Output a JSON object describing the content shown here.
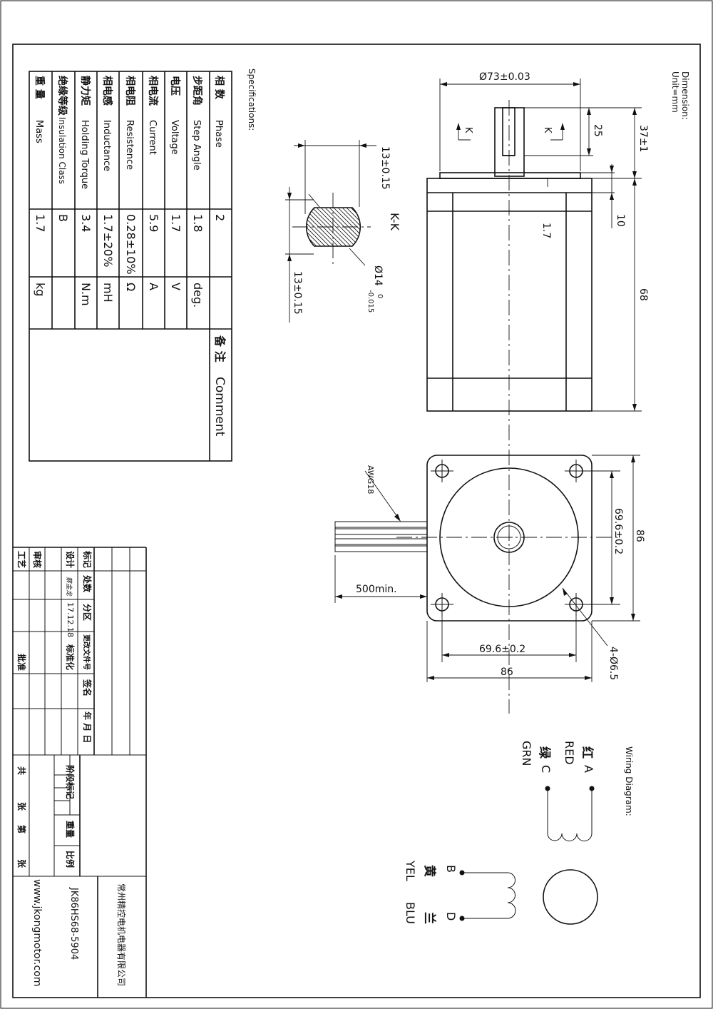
{
  "header": {
    "dimension": "Dimension:",
    "unit": "Unit=mm",
    "specifications": "Specifications:",
    "wiring_diagram": "Wiring Diagram:"
  },
  "section": {
    "label": "K-K",
    "marker": "K"
  },
  "dimensions": {
    "body_dia": "Ø73±0.03",
    "shaft_len": "37±1",
    "key_len": "25",
    "flange": "10",
    "boss": "1.7",
    "body_len": "68",
    "kk_top": "13±0.15",
    "kk_bottom": "13±0.15",
    "kk_dia_main": "Ø14",
    "kk_dia_upper": "0",
    "kk_dia_lower": "-0.015",
    "lead_wire": "500min.",
    "awg": "AWG18",
    "hole_pitch_v": "69.6±0.2",
    "size_v": "86",
    "hole_pitch_h": "69.6±0.2",
    "size_h": "86",
    "holes": "4-Ø6.5"
  },
  "spec_table": {
    "rows": [
      {
        "cn": "相 数",
        "en": "Phase",
        "value": "2",
        "unit": ""
      },
      {
        "cn": "步距角",
        "en": "Step Angle",
        "value": "1.8",
        "unit": "deg."
      },
      {
        "cn": "电压",
        "en": "Voltage",
        "value": "1.7",
        "unit": "V"
      },
      {
        "cn": "相电流",
        "en": "Current",
        "value": "5.9",
        "unit": "A"
      },
      {
        "cn": "相电阻",
        "en": "Resistence",
        "value": "0.28±10%",
        "unit": "Ω"
      },
      {
        "cn": "相电感",
        "en": "Inductance",
        "value": "1.7±20%",
        "unit": "mH"
      },
      {
        "cn": "静力矩",
        "en": "Holding Torque",
        "value": "3.4",
        "unit": "N.m"
      },
      {
        "cn": "绝缘等级",
        "en": "Insulation Class",
        "value": "B",
        "unit": ""
      },
      {
        "cn": "重 量",
        "en": "Mass",
        "value": "1.7",
        "unit": "kg"
      }
    ],
    "comment_cn": "备 注",
    "comment_en": "Comment"
  },
  "wiring": {
    "red_cn": "红",
    "red_phase": "A",
    "red_en": "RED",
    "grn_cn": "绿",
    "grn_phase": "C",
    "grn_en": "GRN",
    "yel_cn": "黄",
    "yel_phase": "B",
    "yel_en": "YEL",
    "blu_cn": "兰",
    "blu_phase": "D",
    "blu_en": "BLU"
  },
  "title_block": {
    "mark": "标记",
    "count": "处数",
    "zone": "分区",
    "change_doc": "更改文件号",
    "sign": "签名",
    "date_ymd": "年 月 日",
    "design": "设计",
    "designer": "蔡金龙",
    "design_date": "17.12.18",
    "standardize": "标准化",
    "review": "审核",
    "process": "工艺",
    "approve": "批准",
    "stage_mark": "阶段标记",
    "weight": "重量",
    "ratio": "比例",
    "total": "共",
    "sheets": "张",
    "sheet_no": "第",
    "sheet_end": "张",
    "company": "常州精控电机电器有限公司",
    "model": "JK86HS68-5904",
    "website": "www.jkongmotor.com"
  }
}
